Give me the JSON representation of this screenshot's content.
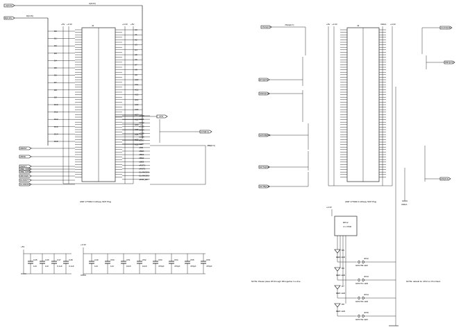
{
  "left": {
    "net_a": "A[0:23]",
    "net_d": "D[0:15]",
    "power": [
      "+5V",
      "+3.3V",
      "+3.3V",
      "+5V"
    ],
    "connector_ref": "J2",
    "connector_caption": "AMP 177984-5 120way SMT Plug",
    "data_labels": [
      "D0",
      "D1",
      "D2",
      "D3",
      "D4",
      "D5",
      "D6",
      "D7",
      "D8",
      "D9",
      "D10",
      "D11",
      "D12",
      "D13",
      "D14",
      "D15"
    ],
    "addr_labels": [
      "A0",
      "A1",
      "A2",
      "A3",
      "A4",
      "A5",
      "A6",
      "A7",
      "A8",
      "A9",
      "A10",
      "A11",
      "A12",
      "A13",
      "A14",
      "A15",
      "A16",
      "A17",
      "A18",
      "A19",
      "A20",
      "A21",
      "A22",
      "A23"
    ],
    "ctrl_left": [
      "nBRST",
      "nBOE",
      "nWAIT",
      "nBE_CMDI",
      "nBE_DAT0",
      "nBCKEN",
      "CLKOUT",
      "CLKMOD1"
    ],
    "right_nets": [
      "nCS",
      "nCS[0:3]",
      "nBE[0:3]"
    ],
    "right_signals": [
      "nCS0",
      "nCS1",
      "nCS2",
      "nCS3",
      "nCS4",
      "nCS5",
      "nCS6",
      "nCS7",
      "nWR",
      "nRD",
      "nBE0",
      "nBE1",
      "nBE2",
      "nBE3",
      "nRST1",
      "nRST2",
      "CLKMOD0",
      "CLKMOD1",
      "nPAD_EN"
    ]
  },
  "right": {
    "connector_ref": "J3",
    "connector_caption": "AMP 177984-5 120way SMT Plug",
    "power": [
      "+5V",
      "+3.3V",
      "VDDA",
      "+3.3V"
    ],
    "left_nets": [
      "JTAG[0:7]",
      "ETH[0:9]",
      "SMIO[0:9]",
      "GPIOB[0:8]",
      "GPTA[0:4]",
      "GPTB[0:4]"
    ],
    "right_nets": [
      "COAT[0:8]",
      "PBT[0:5]",
      "ANI[0:4]"
    ],
    "vdda": "VDDA",
    "note_left": "NOTE: Please place D5 through D8 together in a line.",
    "note_right": "NOTE: default for JP12 to 15 is fitted.",
    "rpack": "RP12",
    "rpack_value": "4 x 470R",
    "leds": [
      {
        "ref": "D5",
        "label": "RED LED",
        "jumper": "JP12",
        "jlabel": "GPIO7B LED"
      },
      {
        "ref": "D6",
        "label": "RED LED",
        "jumper": "JP13",
        "jlabel": "GPIO7C LED"
      },
      {
        "ref": "D7",
        "label": "RED LED",
        "jumper": "JP14",
        "jlabel": "GPIO7D LED"
      },
      {
        "ref": "D8",
        "label": "RED LED",
        "jumper": "JP15",
        "jlabel": "GPIO7E LED"
      }
    ]
  },
  "caps": {
    "rail_5v": "+5V",
    "rail_33v": "+3.3V",
    "group_5v": [
      {
        "ref": "C45",
        "value": "1nF"
      },
      {
        "ref": "C46",
        "value": "1nF"
      },
      {
        "ref": "C47",
        "value": "0.1uF"
      },
      {
        "ref": "C48",
        "value": "0.1uF"
      }
    ],
    "group_33v": [
      {
        "ref": "C49",
        "value": "1nF"
      },
      {
        "ref": "C50",
        "value": "1nF"
      },
      {
        "ref": "C51",
        "value": "10nF"
      },
      {
        "ref": "C52",
        "value": "10nF"
      },
      {
        "ref": "C53",
        "value": "470pF"
      },
      {
        "ref": "C54",
        "value": "470pF"
      },
      {
        "ref": "C55",
        "value": "470pF"
      },
      {
        "ref": "C56",
        "value": "470pF"
      }
    ]
  }
}
